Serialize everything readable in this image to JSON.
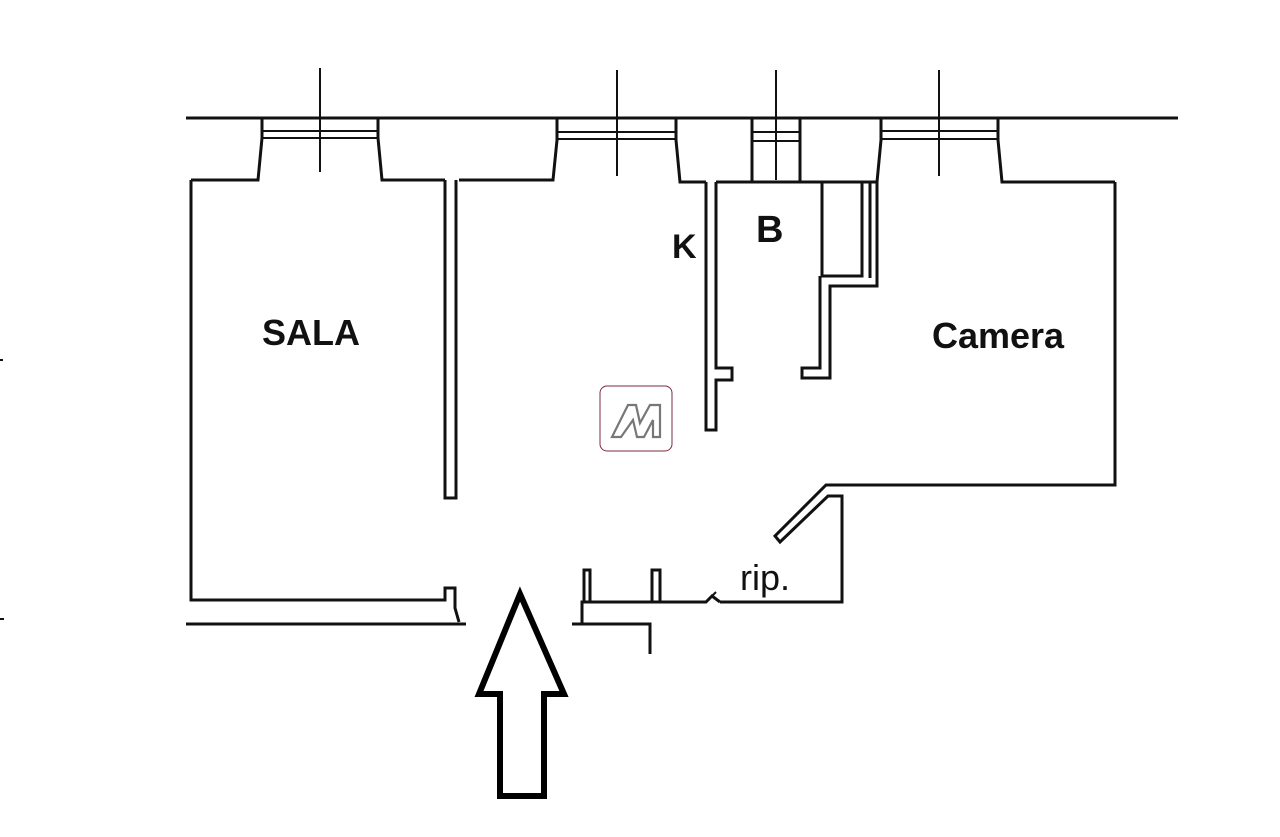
{
  "floor_plan": {
    "rooms": [
      {
        "id": "sala",
        "label": "SALA"
      },
      {
        "id": "kitchen",
        "label": "K"
      },
      {
        "id": "bath",
        "label": "B"
      },
      {
        "id": "camera",
        "label": "Camera"
      },
      {
        "id": "storage",
        "label": "rip."
      }
    ],
    "entrance_arrow": "up-arrow-icon",
    "watermark_logo": "m-logo-icon"
  },
  "colors": {
    "lines": "#111111",
    "background": "#ffffff",
    "logo_border": "#7a2c3c",
    "logo_mark": "#777777"
  }
}
